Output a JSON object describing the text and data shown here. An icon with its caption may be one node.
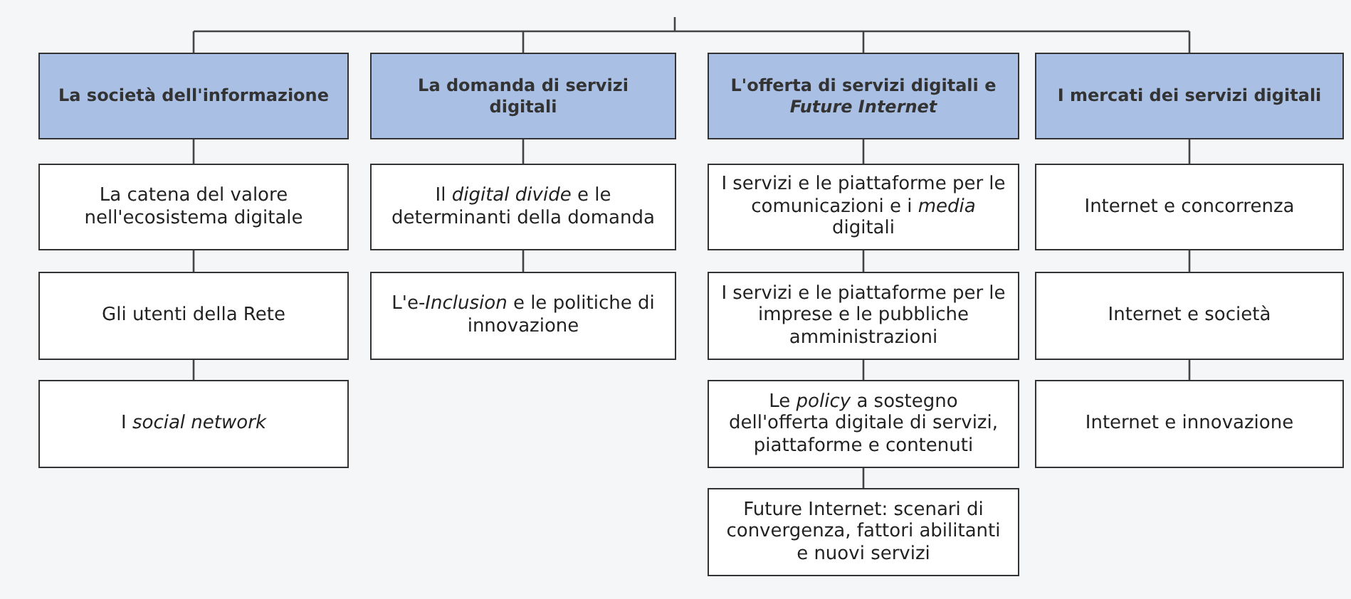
{
  "diagram": {
    "nodes": [
      {
        "text": [
          "La società dell'informazione"
        ]
      },
      {
        "text": [
          "La catena del valore nell'ecosistema digitale"
        ]
      },
      {
        "text": [
          "Gli utenti della Rete"
        ]
      },
      {
        "text": [
          "I *social network*"
        ]
      },
      {
        "text": [
          "La domanda di servizi digitali"
        ]
      },
      {
        "text": [
          "Il *digital divide* e le determinanti della domanda"
        ]
      },
      {
        "text": [
          "L'e-*Inclusion* e le politiche di innovazione"
        ]
      },
      {
        "text": [
          "L'offerta di servizi digitali e *Future Internet*"
        ]
      },
      {
        "text": [
          "I servizi e le piattaforme per le comunicazioni e i *media* digitali"
        ]
      },
      {
        "text": [
          "I servizi e le piattaforme per le imprese e le pubbliche amministrazioni"
        ]
      },
      {
        "text": [
          "Le *policy* a sostegno dell'offerta digitale di servizi, piattaforme e contenuti"
        ]
      },
      {
        "text": [
          "Future Internet: scenari di convergenza, fattori abilitanti e nuovi servizi"
        ]
      },
      {
        "text": [
          "I mercati dei servizi digitali"
        ]
      },
      {
        "text": [
          "Internet e concorrenza"
        ]
      },
      {
        "text": [
          "Internet e società"
        ]
      },
      {
        "text": [
          "Internet e innovazione"
        ]
      }
    ],
    "edges": [
      {
        "from": null,
        "to": 0,
        "arrow": "none"
      },
      {
        "from": null,
        "to": 4,
        "arrow": "none"
      },
      {
        "from": null,
        "to": 7,
        "arrow": "none"
      },
      {
        "from": null,
        "to": 12,
        "arrow": "none"
      },
      {
        "from": 0,
        "to": 1,
        "arrow": "none"
      },
      {
        "from": 1,
        "to": 2,
        "arrow": "none"
      },
      {
        "from": 2,
        "to": 3,
        "arrow": "none"
      },
      {
        "from": 4,
        "to": 5,
        "arrow": "none"
      },
      {
        "from": 5,
        "to": 6,
        "arrow": "none"
      },
      {
        "from": 7,
        "to": 8,
        "arrow": "none"
      },
      {
        "from": 8,
        "to": 9,
        "arrow": "none"
      },
      {
        "from": 9,
        "to": 10,
        "arrow": "none"
      },
      {
        "from": 10,
        "to": 11,
        "arrow": "none"
      },
      {
        "from": 12,
        "to": 13,
        "arrow": "none"
      },
      {
        "from": 13,
        "to": 14,
        "arrow": "none"
      },
      {
        "from": 14,
        "to": 15,
        "arrow": "none"
      }
    ]
  }
}
